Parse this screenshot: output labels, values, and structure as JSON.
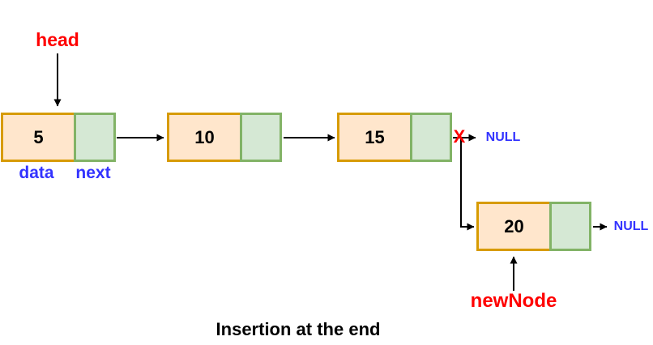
{
  "title": "Insertion at the end",
  "nodes": [
    {
      "value": "5"
    },
    {
      "value": "10"
    },
    {
      "value": "15"
    },
    {
      "value": "20"
    }
  ],
  "labels": {
    "head": "head",
    "new_node": "newNode",
    "data_field": "data",
    "next_field": "next",
    "null_after_15": "NULL",
    "null_after_20": "NULL",
    "broken_link_mark": "X"
  },
  "colors": {
    "data-cell-fill": "#ffe6cc",
    "data-cell-border": "#d79b00",
    "next-cell-fill": "#d5e8d4",
    "next-cell-border": "#82b366",
    "pointer-label": "#ff0000",
    "field-label": "#3333ff",
    "arrow": "#000000",
    "title-text": "#000000"
  }
}
